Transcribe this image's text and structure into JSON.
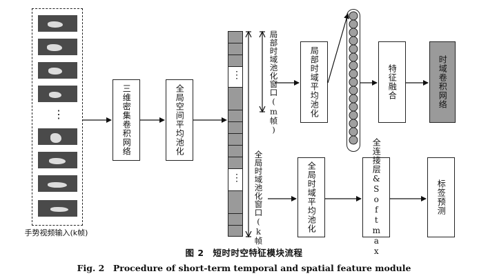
{
  "input": {
    "label": "手势视频输入(k帧)",
    "dots": "⋮"
  },
  "boxes": {
    "dense3d": "三维密集卷积网络",
    "global_spatial_pool": "全局空间平均池化",
    "local_temporal_pool": "局部时域平均池化",
    "feature_fusion": "特征融合",
    "temporal_conv": "时域卷积网络",
    "global_temporal_pool": "全局时域平均池化",
    "fc_softmax": "全连接层&Softmax",
    "label_predict": "标签预测"
  },
  "windows": {
    "local": "局部时域池化窗口(m帧)",
    "global": "全局时域池化窗口(k帧)"
  },
  "sequence": {
    "dots": "⋮"
  },
  "caption": {
    "cn": "图 2　短时时空特征模块流程",
    "en": "Fig. 2　Procedure of short-term temporal and spatial feature module"
  }
}
